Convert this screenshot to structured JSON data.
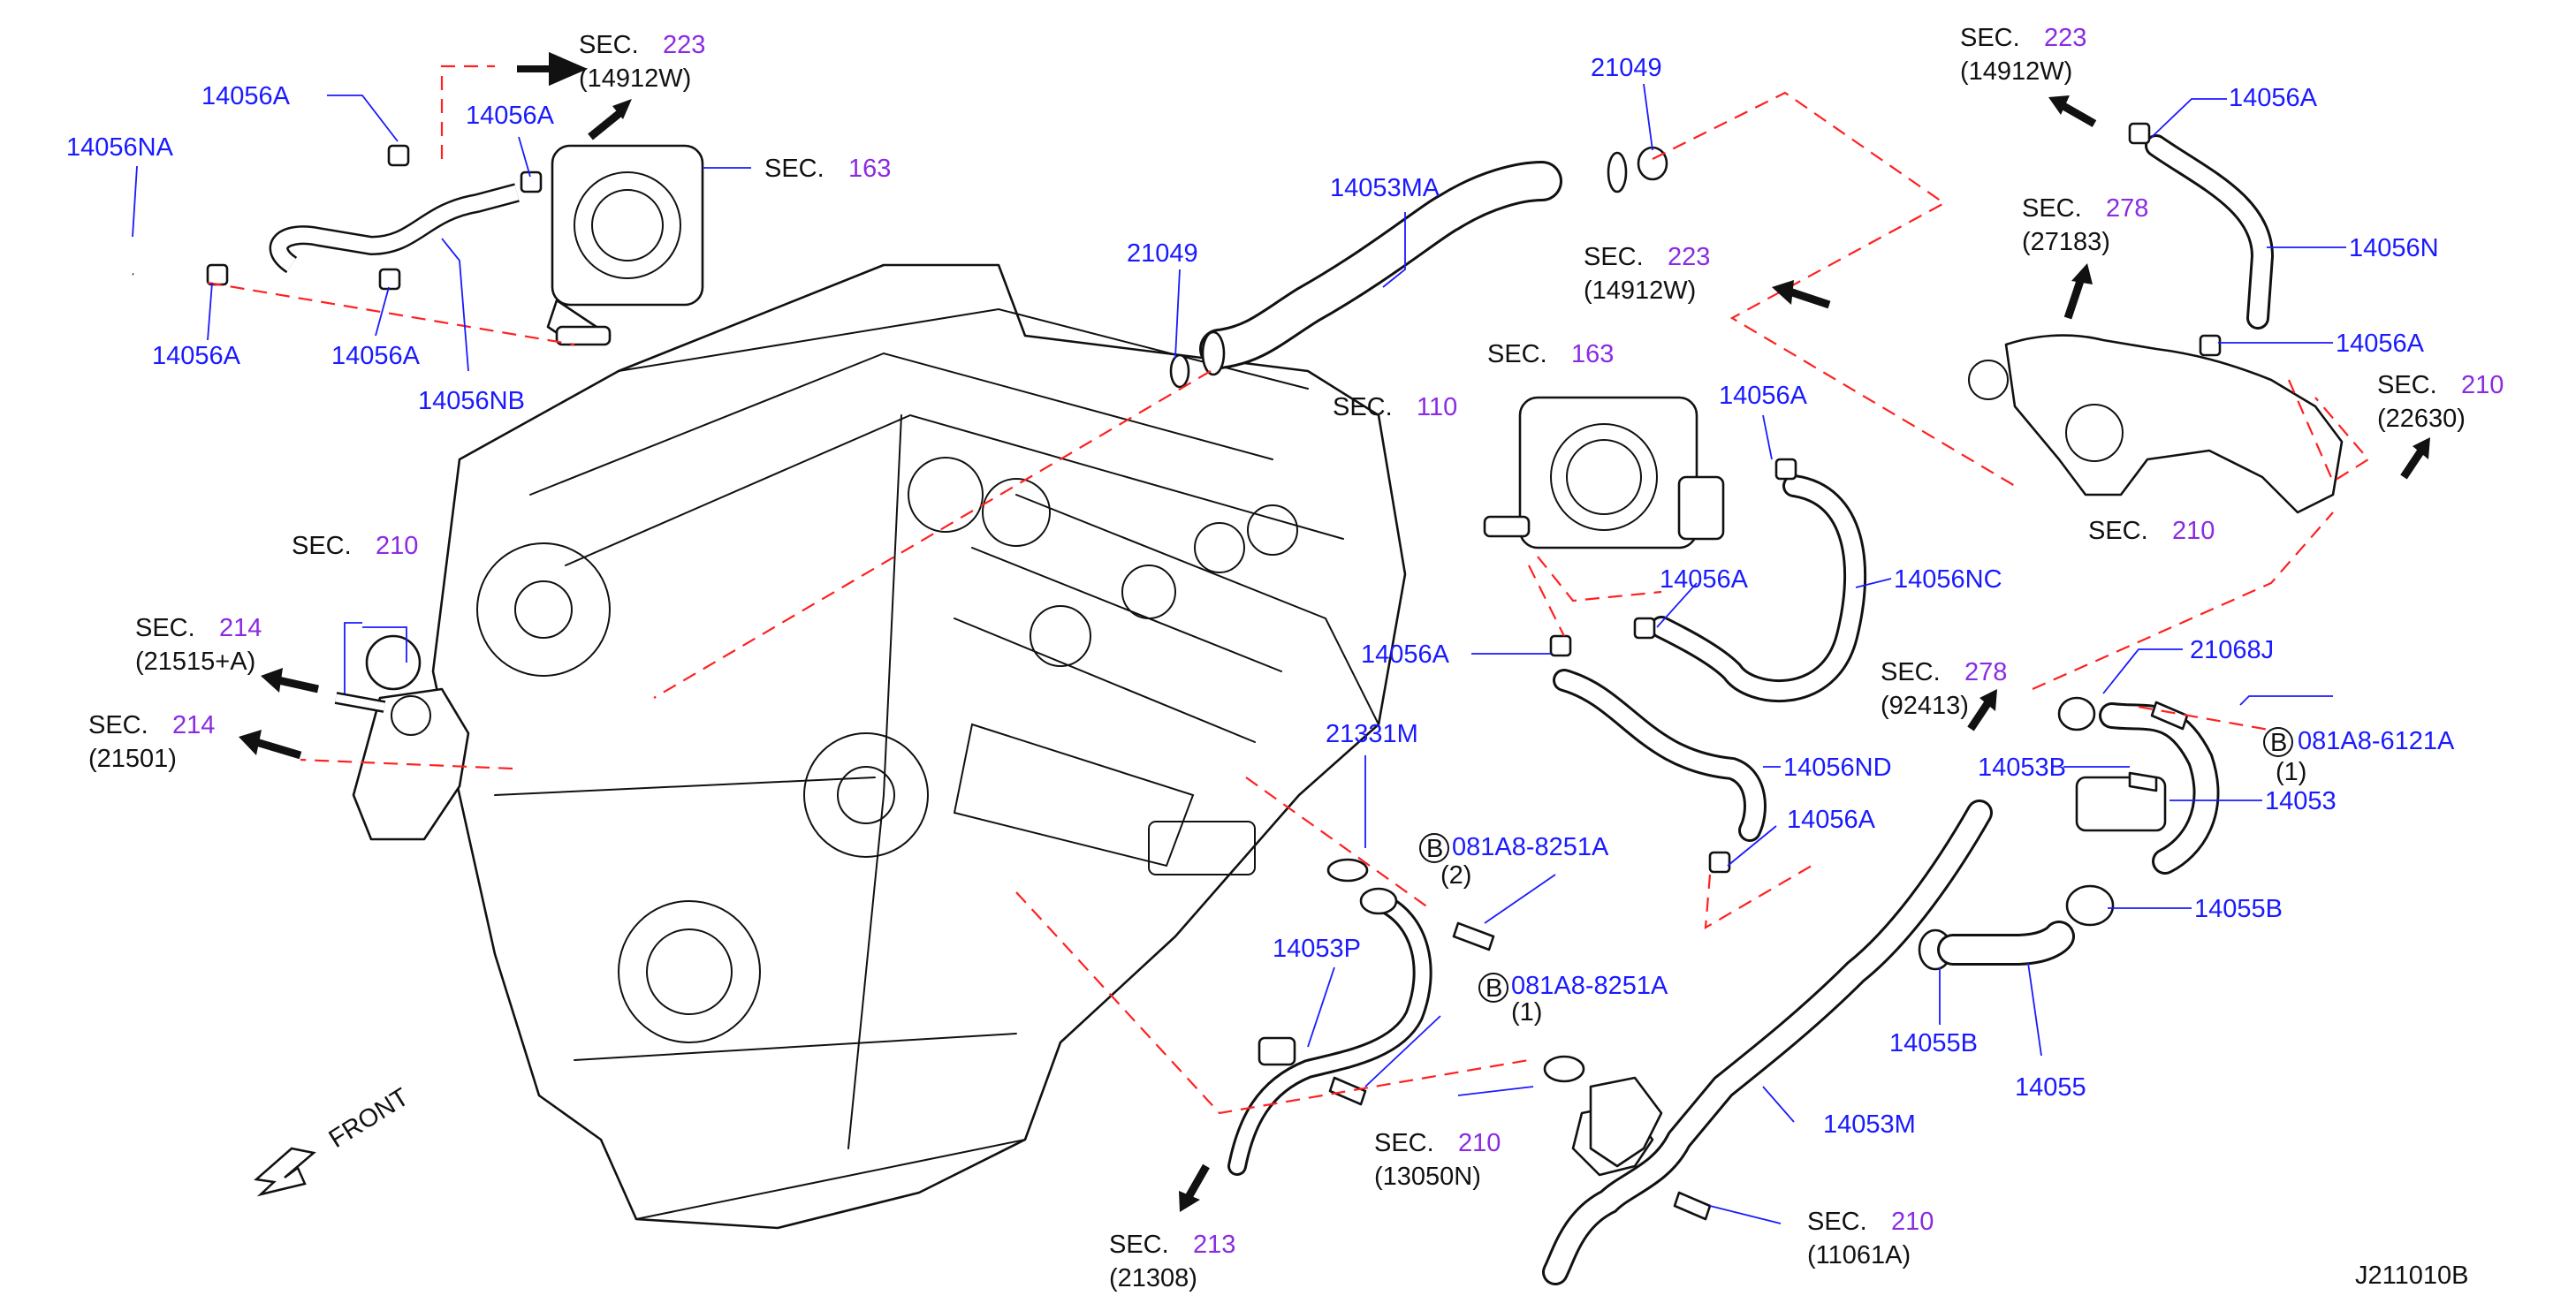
{
  "sec_word": "SEC.",
  "drawing_id": "J211010B",
  "front_label": "FRONT",
  "callouts": [
    {
      "id": "c1",
      "text": "14056A"
    },
    {
      "id": "c2",
      "text": "14056NA"
    },
    {
      "id": "c3",
      "text": "14056A"
    },
    {
      "id": "c4",
      "text": "14056A"
    },
    {
      "id": "c5",
      "text": "14056A"
    },
    {
      "id": "c6",
      "text": "14056NB"
    },
    {
      "id": "c7",
      "text": "21049"
    },
    {
      "id": "c8",
      "text": "14053MA"
    },
    {
      "id": "c9",
      "text": "21049"
    },
    {
      "id": "c10",
      "text": "14056A"
    },
    {
      "id": "c11",
      "text": "14056A"
    },
    {
      "id": "c12",
      "text": "14056NC"
    },
    {
      "id": "c13",
      "text": "14056A"
    },
    {
      "id": "c14",
      "text": "14056ND"
    },
    {
      "id": "c15",
      "text": "14056A"
    },
    {
      "id": "c16",
      "text": "14056A"
    },
    {
      "id": "c17",
      "text": "14056N"
    },
    {
      "id": "c18",
      "text": "14056A"
    },
    {
      "id": "c19",
      "text": "21068J"
    },
    {
      "id": "c20",
      "text": "081A8-6121A"
    },
    {
      "id": "c21",
      "text": "14053B"
    },
    {
      "id": "c22",
      "text": "14053"
    },
    {
      "id": "c23",
      "text": "14055B"
    },
    {
      "id": "c24",
      "text": "14055B"
    },
    {
      "id": "c25",
      "text": "14055"
    },
    {
      "id": "c26",
      "text": "14053M"
    },
    {
      "id": "c27",
      "text": "21331M"
    },
    {
      "id": "c28",
      "text": "081A8-8251A"
    },
    {
      "id": "c29",
      "text": "14053P"
    },
    {
      "id": "c30",
      "text": "081A8-8251A"
    }
  ],
  "bolt_marks": [
    {
      "id": "b1",
      "letter": "B",
      "qty": "(1)"
    },
    {
      "id": "b2",
      "letter": "B",
      "qty": "(2)"
    },
    {
      "id": "b3",
      "letter": "B",
      "qty": "(1)"
    }
  ],
  "sections": [
    {
      "id": "s1",
      "num": "223",
      "ref": "(14912W)"
    },
    {
      "id": "s2",
      "num": "163",
      "ref": ""
    },
    {
      "id": "s3",
      "num": "223",
      "ref": "(14912W)"
    },
    {
      "id": "s4",
      "num": "163",
      "ref": ""
    },
    {
      "id": "s5",
      "num": "110",
      "ref": ""
    },
    {
      "id": "s6",
      "num": "223",
      "ref": "(14912W)"
    },
    {
      "id": "s7",
      "num": "278",
      "ref": "(27183)"
    },
    {
      "id": "s8",
      "num": "210",
      "ref": "(22630)"
    },
    {
      "id": "s9",
      "num": "210",
      "ref": ""
    },
    {
      "id": "s10",
      "num": "210",
      "ref": ""
    },
    {
      "id": "s11",
      "num": "214",
      "ref": "(21515+A)"
    },
    {
      "id": "s12",
      "num": "214",
      "ref": "(21501)"
    },
    {
      "id": "s13",
      "num": "278",
      "ref": "(92413)"
    },
    {
      "id": "s14",
      "num": "210",
      "ref": "(13050N)"
    },
    {
      "id": "s15",
      "num": "213",
      "ref": "(21308)"
    },
    {
      "id": "s16",
      "num": "210",
      "ref": "(11061A)"
    }
  ]
}
